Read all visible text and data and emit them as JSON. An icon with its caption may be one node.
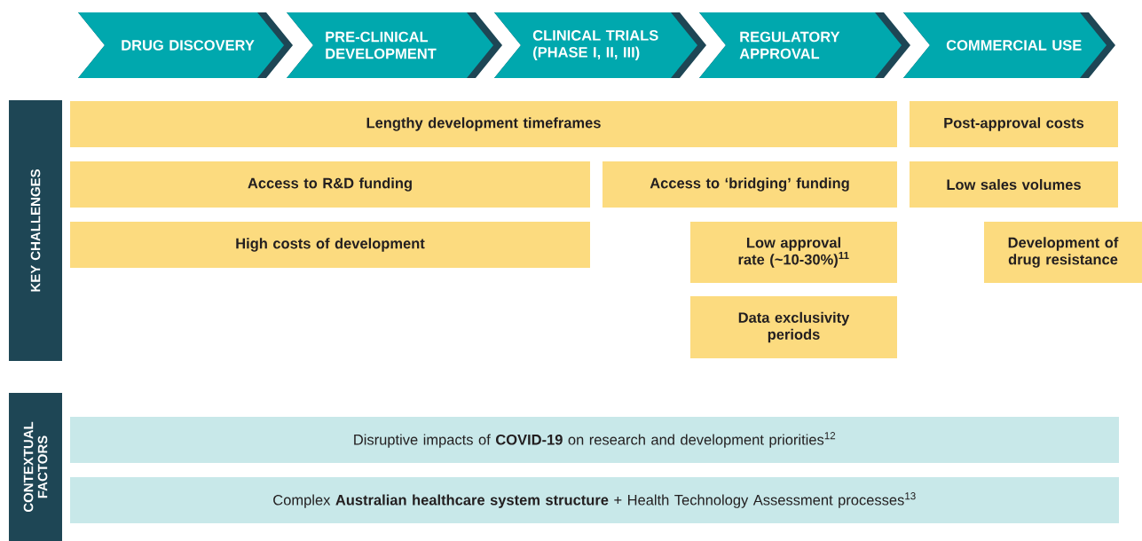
{
  "diagram": {
    "nodes": [
      {
        "text": [
          "DRUG DISCOVERY"
        ]
      },
      {
        "text": [
          "PRE-CLINICAL DEVELOPMENT"
        ]
      },
      {
        "text": [
          "CLINICAL TRIALS (PHASE I, II, III)"
        ]
      },
      {
        "text": [
          "REGULATORY APPROVAL"
        ]
      },
      {
        "text": [
          "COMMERCIAL USE"
        ]
      },
      {
        "text": [
          "KEY CHALLENGES"
        ]
      },
      {
        "text": [
          "Lengthy development timeframes"
        ]
      },
      {
        "text": [
          "Post-approval costs"
        ]
      },
      {
        "text": [
          "Access to R&D funding"
        ]
      },
      {
        "text": [
          "Access to ‘bridging’ funding"
        ]
      },
      {
        "text": [
          "Low sales volumes"
        ]
      },
      {
        "text": [
          "High costs of development"
        ]
      },
      {
        "text": [
          "Low approval rate (~10-30%)$^{11}$"
        ]
      },
      {
        "text": [
          "Development of drug resistance"
        ]
      },
      {
        "text": [
          "Data exclusivity periods"
        ]
      },
      {
        "text": [
          "CONTEXTUAL FACTORS"
        ]
      },
      {
        "text": [
          "Disruptive impacts of **COVID-19** on research and development priorities$^{12}$"
        ]
      },
      {
        "text": [
          "Complex **Australian healthcare system structure** + Health Technology Assessment processes$^{13}$"
        ]
      }
    ]
  }
}
